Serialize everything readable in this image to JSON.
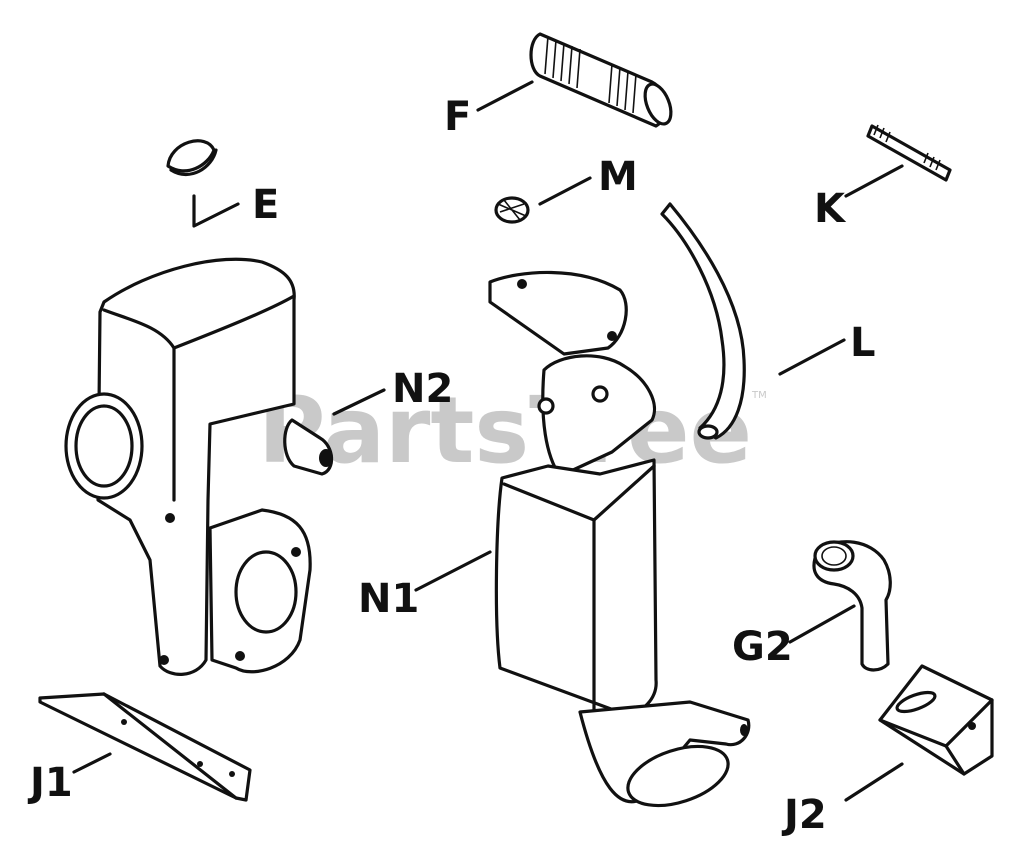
{
  "watermark": {
    "text": "PartsTree",
    "trademark": "TM"
  },
  "labels": {
    "E": "E",
    "F": "F",
    "M": "M",
    "K": "K",
    "L": "L",
    "N2": "N2",
    "N1": "N1",
    "G2": "G2",
    "J1": "J1",
    "J2": "J2"
  }
}
